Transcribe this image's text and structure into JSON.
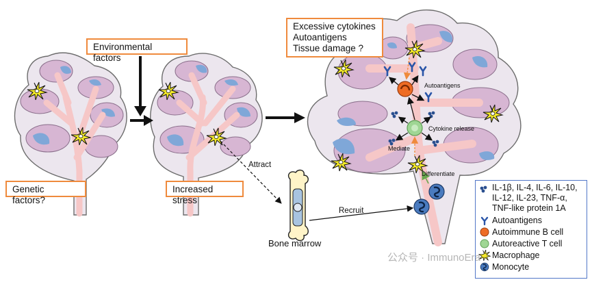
{
  "boxes": {
    "environmental": "Environmental factors",
    "genetic": "Genetic factors?",
    "stress": "Increased stress",
    "outcomes": [
      "Excessive cytokines",
      "Autoantigens",
      "Tissue damage ?"
    ]
  },
  "labels": {
    "attract": "Attract",
    "recruit": "Recruit",
    "bone_marrow": "Bone marrow",
    "autoantigens": "Autoantigens",
    "cytokine_release": "Cytokine release",
    "mediate": "Mediate",
    "differentiate": "Differentiate"
  },
  "legend": {
    "cytokines_lines": [
      "IL-1β, IL-4, IL-6, IL-10,",
      "IL-12, IL-23, TNF-α,",
      "TNF-like protein 1A"
    ],
    "autoantigens": "Autoantigens",
    "b_cell": "Autoimmune B cell",
    "t_cell": "Autoreactive T cell",
    "macrophage": "Macrophage",
    "monocyte": "Monocyte"
  },
  "watermark": "公众号 · ImmunoEra",
  "colors": {
    "accent_orange": "#ef8a3c",
    "legend_border": "#5277c7",
    "gland_lobule": "#d7b6d3",
    "duct_pink": "#f6c7c7",
    "blue_region": "#7fa7d8",
    "macrophage_yellow": "#f5ea2a",
    "b_cell_orange": "#ee6c25",
    "t_cell_green": "#9fd694",
    "monocyte_blue": "#2f5f9e"
  }
}
